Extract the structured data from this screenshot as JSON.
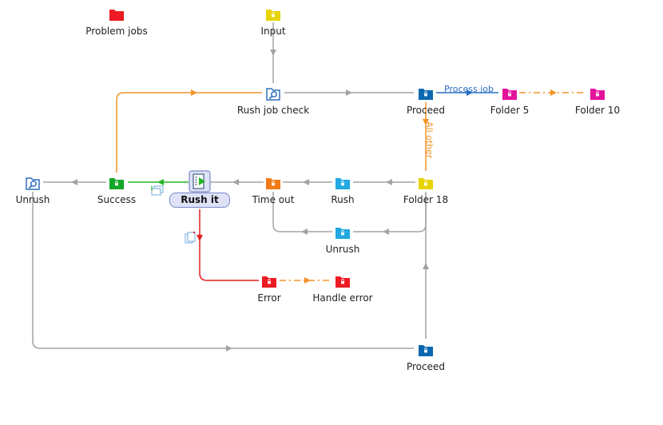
{
  "nodes": {
    "problem_jobs": {
      "label": "Problem jobs",
      "kind": "folder",
      "color": "#ee1b24",
      "lock": false
    },
    "input": {
      "label": "Input",
      "kind": "folder",
      "color": "#e6d400",
      "lock": true
    },
    "rush_job_check": {
      "label": "Rush job check",
      "kind": "check-app",
      "color": "#2e6fbf"
    },
    "proceed_top": {
      "label": "Proceed",
      "kind": "folder",
      "color": "#0a67b0",
      "lock": true
    },
    "folder_5": {
      "label": "Folder 5",
      "kind": "folder",
      "color": "#e5129a",
      "lock": true
    },
    "folder_10": {
      "label": "Folder 10",
      "kind": "folder",
      "color": "#e5129a",
      "lock": true
    },
    "unrush_left": {
      "label": "Unrush",
      "kind": "check-app",
      "color": "#2e6fbf"
    },
    "success": {
      "label": "Success",
      "kind": "folder",
      "color": "#12a825",
      "lock": true
    },
    "rush_it": {
      "label": "Rush it",
      "kind": "script-app",
      "color": "#4c6a8a"
    },
    "time_out": {
      "label": "Time out",
      "kind": "folder",
      "color": "#f07b17",
      "lock": true
    },
    "rush": {
      "label": "Rush",
      "kind": "folder",
      "color": "#21a8e0",
      "lock": true
    },
    "folder_18": {
      "label": "Folder 18",
      "kind": "folder",
      "color": "#e6d400",
      "lock": true
    },
    "unrush_mid": {
      "label": "Unrush",
      "kind": "folder",
      "color": "#21a8e0",
      "lock": true
    },
    "error": {
      "label": "Error",
      "kind": "folder",
      "color": "#ee1b24",
      "lock": true
    },
    "handle_error": {
      "label": "Handle error",
      "kind": "folder",
      "color": "#ee1b24",
      "lock": true
    },
    "proceed_bottom": {
      "label": "Proceed",
      "kind": "folder",
      "color": "#0a67b0",
      "lock": true
    }
  },
  "edge_labels": {
    "process_job": "Process job",
    "all_other": "All other"
  },
  "colors": {
    "connection_gray": "#a3a3a3",
    "connection_orange": "#f39426",
    "connection_green": "#25b525",
    "connection_red": "#e02020",
    "connection_blue": "#2a6fc4"
  }
}
